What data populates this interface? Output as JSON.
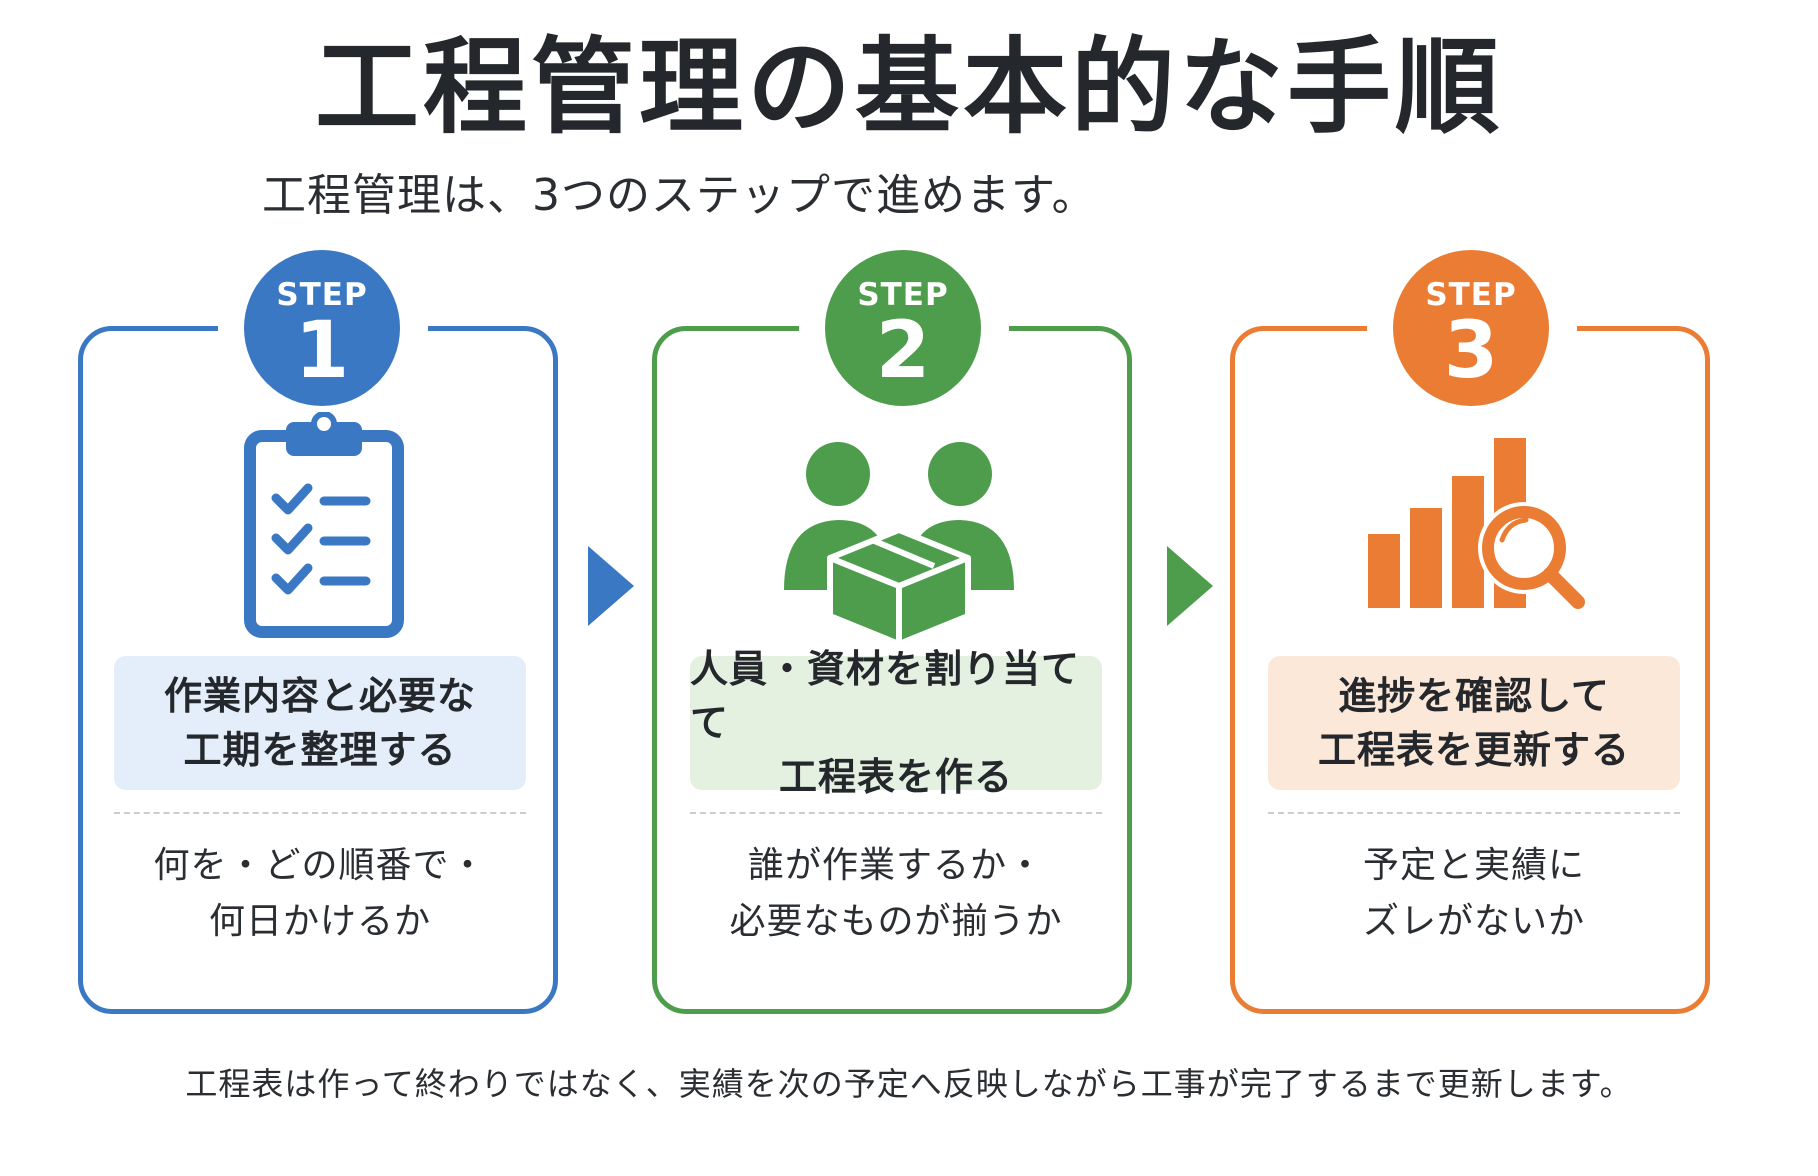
{
  "title": "工程管理の基本的な手順",
  "subtitle": "工程管理は、3つのステップで進めます。",
  "colors": {
    "step1": "#3a78c4",
    "step2": "#4e9d4c",
    "step3": "#ea7d33"
  },
  "steps": [
    {
      "badge_label": "STEP",
      "number": "1",
      "icon": "clipboard-checklist-icon",
      "label_line1": "作業内容と必要な",
      "label_line2": "工期を整理する",
      "desc_line1": "何を・どの順番で・",
      "desc_line2": "何日かけるか"
    },
    {
      "badge_label": "STEP",
      "number": "2",
      "icon": "people-with-box-icon",
      "label_line1": "人員・資材を割り当てて",
      "label_line2": "工程表を作る",
      "desc_line1": "誰が作業するか・",
      "desc_line2": "必要なものが揃うか"
    },
    {
      "badge_label": "STEP",
      "number": "3",
      "icon": "bar-chart-magnifier-icon",
      "label_line1": "進捗を確認して",
      "label_line2": "工程表を更新する",
      "desc_line1": "予定と実績に",
      "desc_line2": "ズレがないか"
    }
  ],
  "footer": "工程表は作って終わりではなく、実績を次の予定へ反映しながら工事が完了するまで更新します。"
}
